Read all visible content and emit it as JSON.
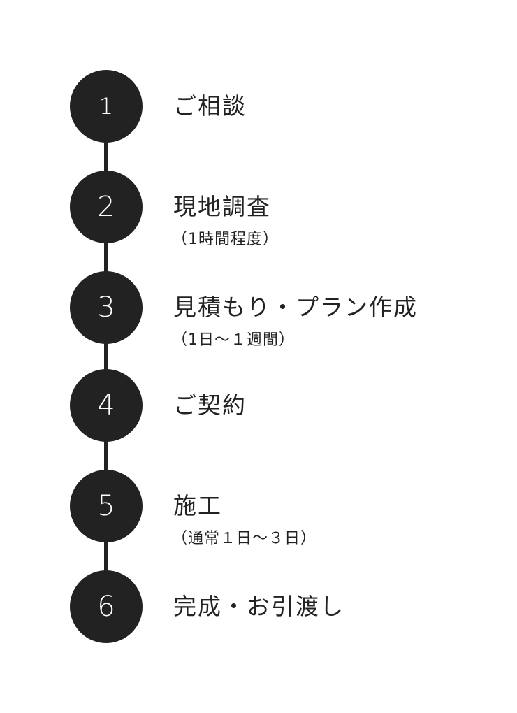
{
  "steps": [
    {
      "number": "1",
      "title": "ご相談",
      "note": ""
    },
    {
      "number": "2",
      "title": "現地調査",
      "note": "（1時間程度）"
    },
    {
      "number": "3",
      "title": "見積もり・プラン作成",
      "note": "（1日～１週間）"
    },
    {
      "number": "4",
      "title": "ご契約",
      "note": ""
    },
    {
      "number": "5",
      "title": "施工",
      "note": "（通常１日～３日）"
    },
    {
      "number": "6",
      "title": "完成・お引渡し",
      "note": ""
    }
  ],
  "colors": {
    "circle": "#222222",
    "connector": "#222222",
    "number_text": "#ffffff",
    "label_text": "#222222",
    "background": "#ffffff"
  }
}
